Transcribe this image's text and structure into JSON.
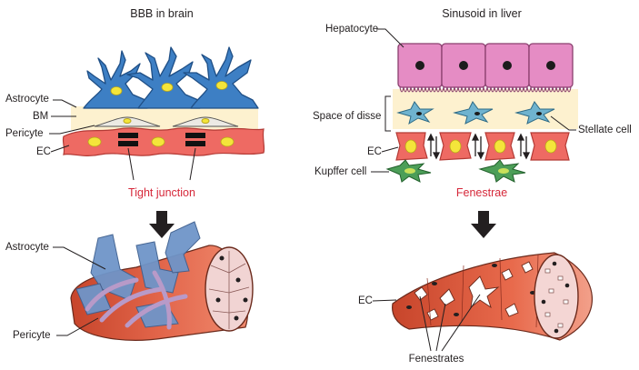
{
  "left_panel": {
    "title": "BBB in brain",
    "labels": {
      "astrocyte": "Astrocyte",
      "bm": "BM",
      "pericyte": "Pericyte",
      "ec": "EC",
      "tight_junction": "Tight junction",
      "astrocyte_bottom": "Astrocyte",
      "pericyte_bottom": "Pericyte"
    }
  },
  "right_panel": {
    "title": "Sinusoid in liver",
    "labels": {
      "hepatocyte": "Hepatocyte",
      "space_of_disse": "Space of disse",
      "stellate_cell": "Stellate cell",
      "ec": "EC",
      "kupffer_cell": "Kupffer cell",
      "fenestrae": "Fenestrae",
      "ec_bottom": "EC",
      "fenestrates": "Fenestrates"
    }
  },
  "colors": {
    "astrocyte": "#3d7fc4",
    "ec": "#ee6a63",
    "nucleus": "#f4e53a",
    "bm": "#fdf1cf",
    "hepatocyte": "#e58cc4",
    "stellate": "#6fb3cf",
    "kupffer": "#4c9e58",
    "highlight": "#d6283a",
    "arrow": "#231f20"
  }
}
